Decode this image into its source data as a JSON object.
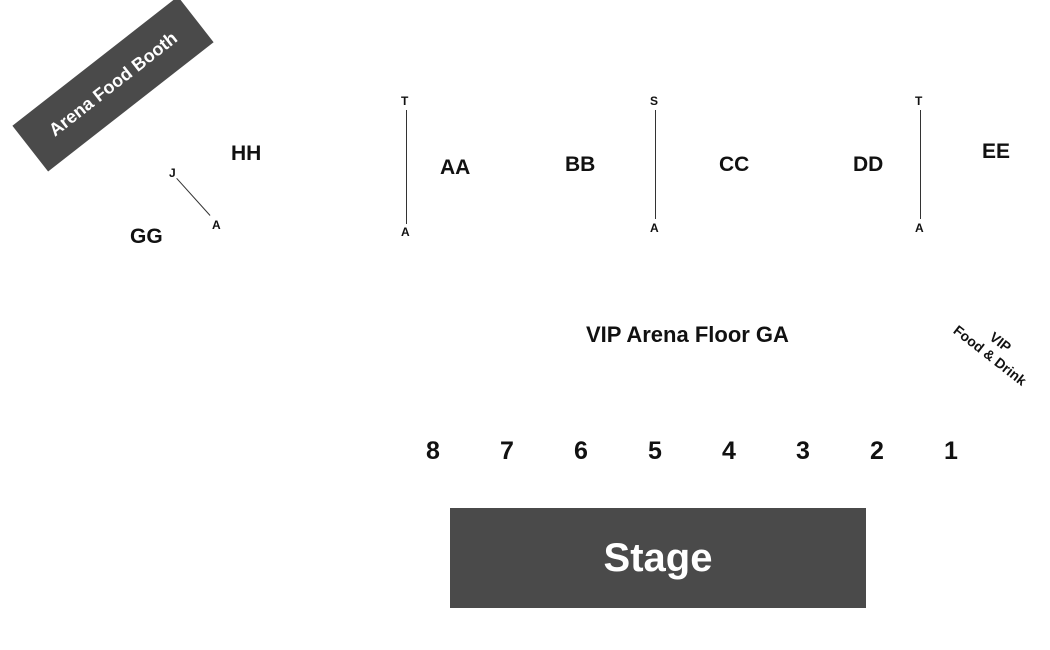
{
  "food_booth": {
    "label": "Arena Food Booth"
  },
  "sections": {
    "hh": "HH",
    "gg": "GG",
    "aa": "AA",
    "bb": "BB",
    "cc": "CC",
    "dd": "DD",
    "ee": "EE"
  },
  "row_markers": {
    "gg_top": "J",
    "gg_bottom": "A",
    "aa_top": "T",
    "aa_bottom": "A",
    "bb_top": "S",
    "bb_bottom": "A",
    "dd_top": "T",
    "dd_bottom": "A"
  },
  "vip_floor": {
    "label": "VIP Arena Floor GA"
  },
  "vip_food_drink": {
    "line1": "VIP",
    "line2": "Food & Drink"
  },
  "pits": [
    "8",
    "7",
    "6",
    "5",
    "4",
    "3",
    "2",
    "1"
  ],
  "stage": {
    "label": "Stage"
  },
  "colors": {
    "block_fill": "#4a4a4a",
    "block_text": "#ffffff",
    "text": "#111111"
  }
}
